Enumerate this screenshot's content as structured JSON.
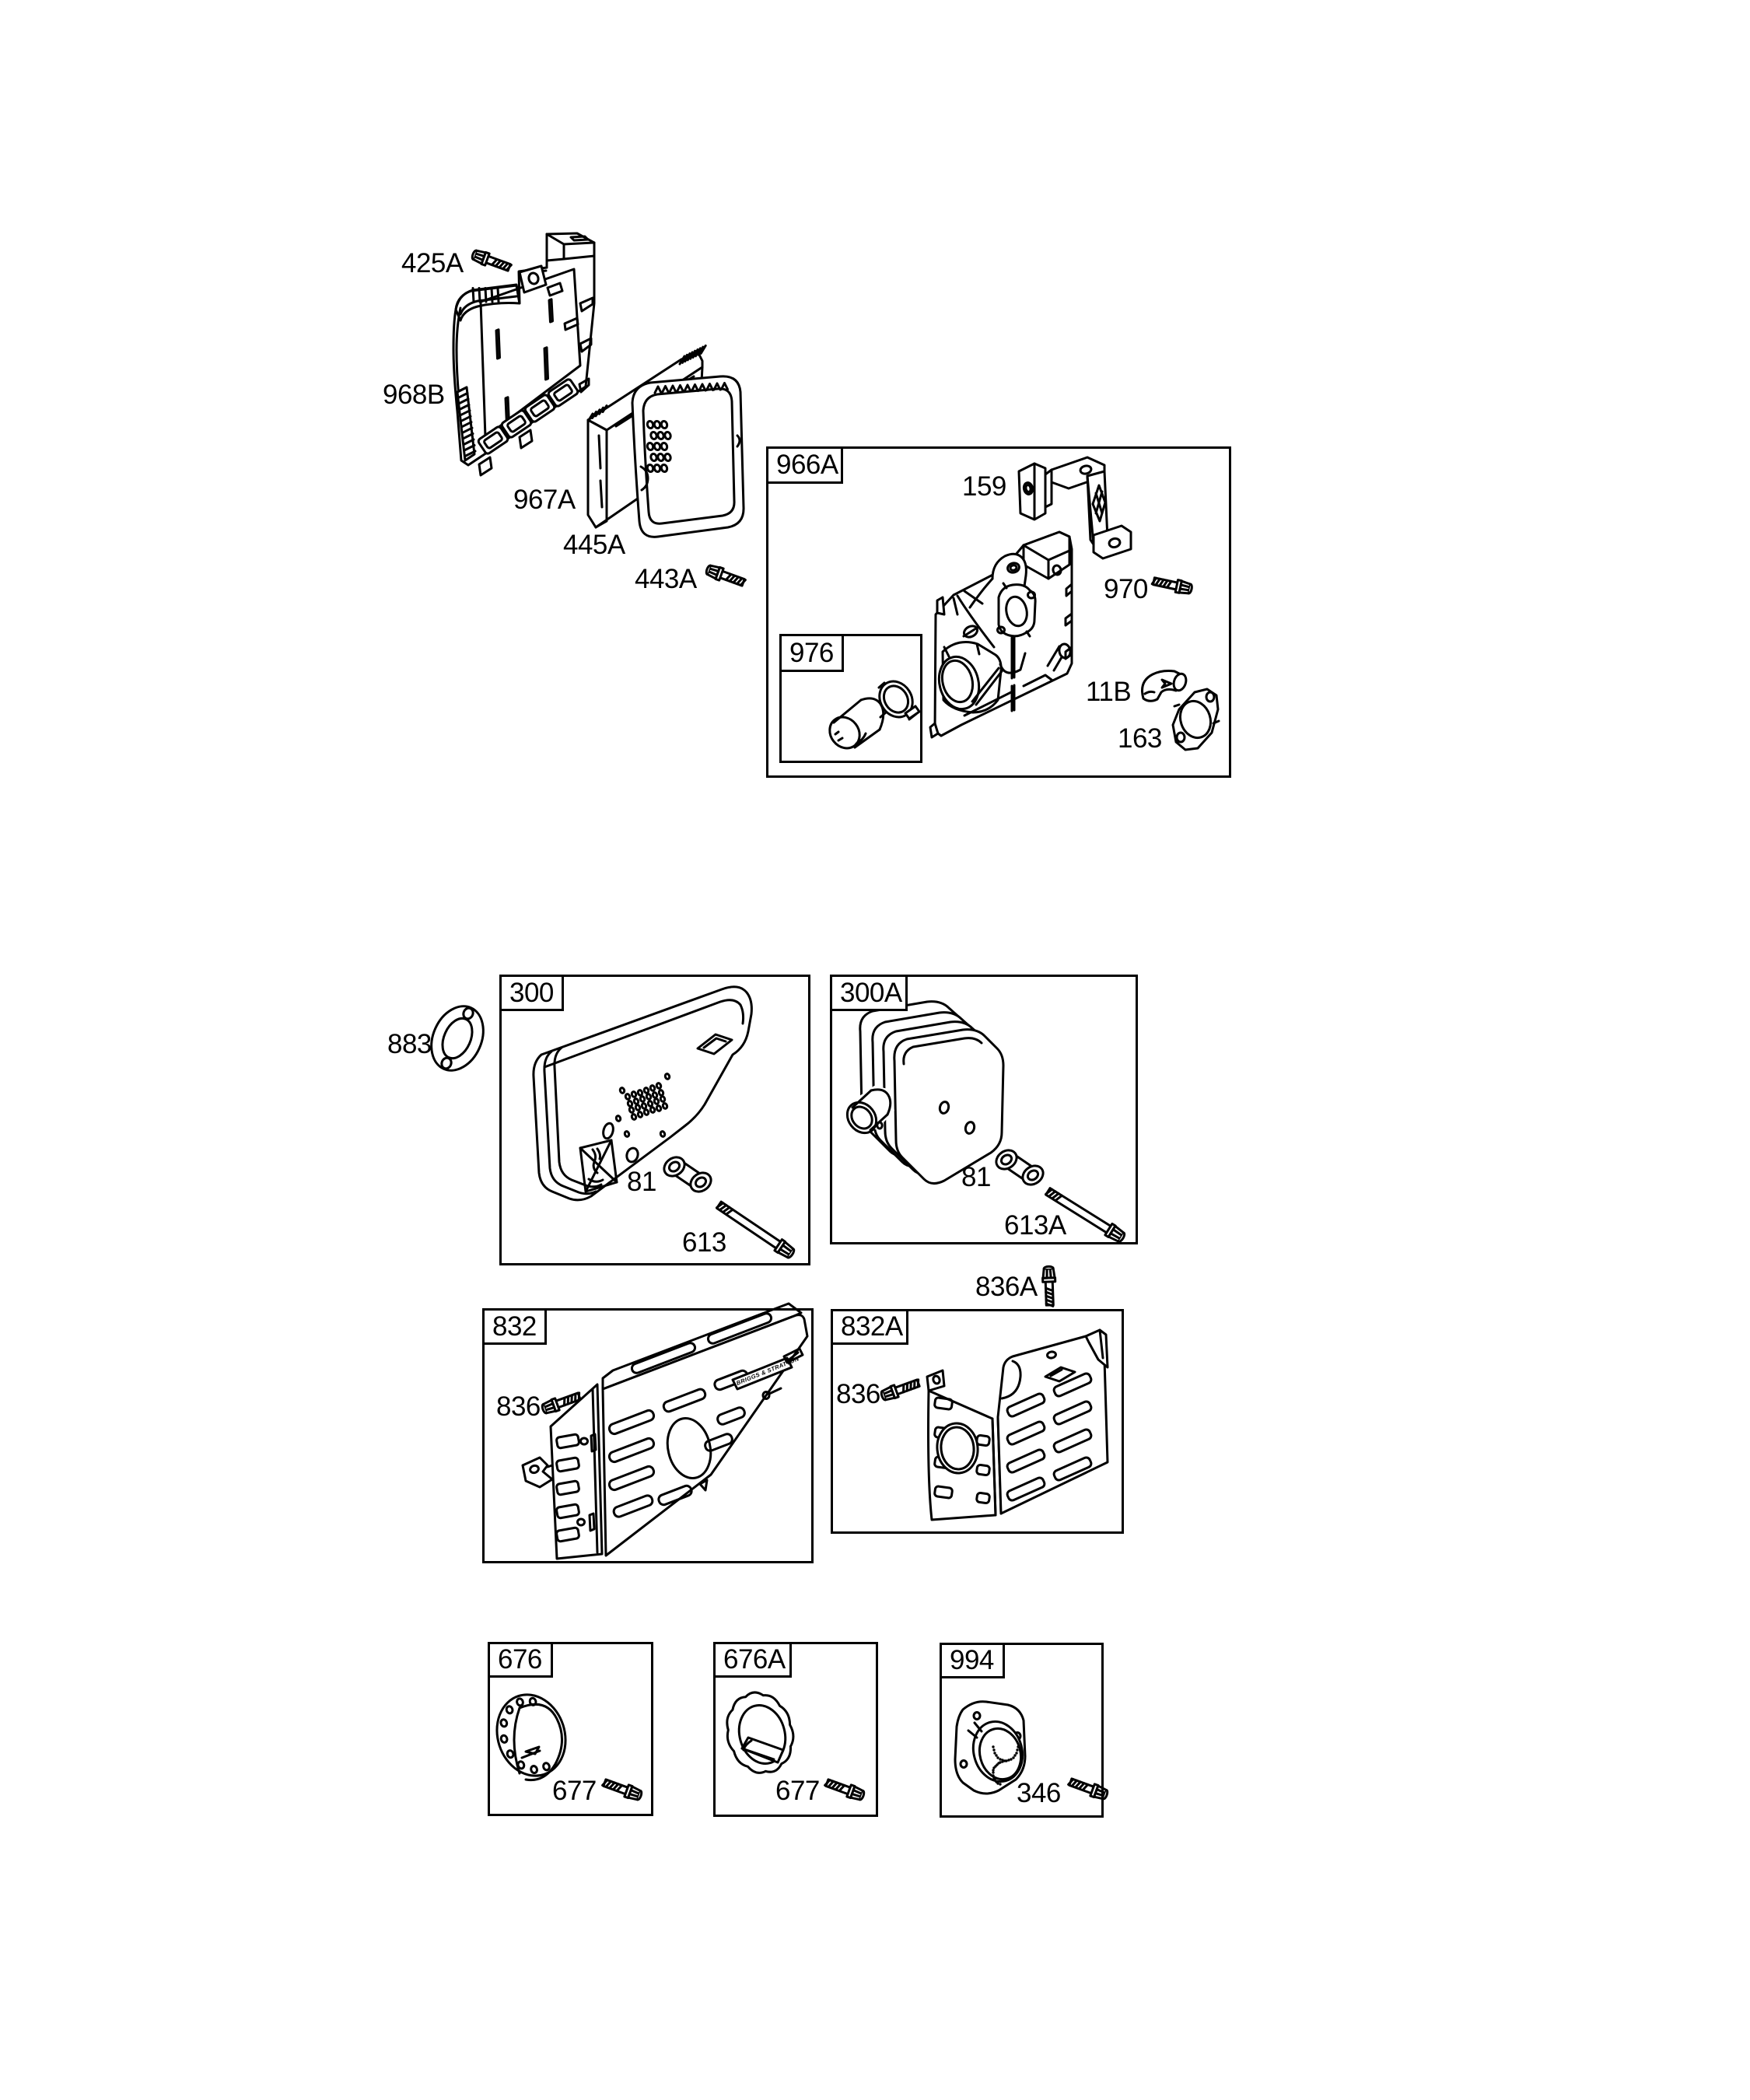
{
  "page": {
    "background_color": "#ffffff",
    "ink_color": "#000000"
  },
  "boxes": {
    "b966A": "966A",
    "b976": "976",
    "b300": "300",
    "b300A": "300A",
    "b832": "832",
    "b832A": "832A",
    "b676": "676",
    "b676A": "676A",
    "b994": "994"
  },
  "callouts": {
    "c425A": "425A",
    "c968B": "968B",
    "c967A": "967A",
    "c445A": "445A",
    "c443A": "443A",
    "c159": "159",
    "c970": "970",
    "c11B": "11B",
    "c163": "163",
    "c883": "883",
    "c81a": "81",
    "c613": "613",
    "c81b": "81",
    "c613A": "613A",
    "c836A": "836A",
    "c836a": "836",
    "c836b": "836",
    "c677a": "677",
    "c677b": "677",
    "c346": "346"
  },
  "brand_strip": "BRIGGS & STRATTON",
  "parts_index": [
    "11B",
    "81",
    "159",
    "163",
    "300",
    "300A",
    "346",
    "425A",
    "443A",
    "445A",
    "613",
    "613A",
    "676",
    "676A",
    "677",
    "832",
    "832A",
    "836",
    "836A",
    "883",
    "966A",
    "967A",
    "968B",
    "970",
    "976",
    "994"
  ]
}
